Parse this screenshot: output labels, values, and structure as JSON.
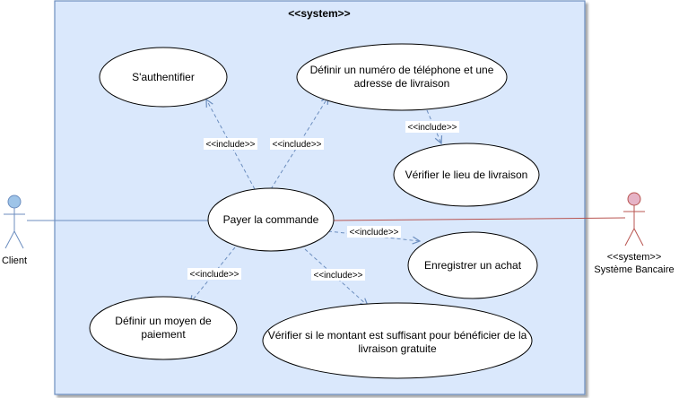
{
  "system": {
    "title": "<<system>>"
  },
  "use_cases": {
    "authenticate": "S'authentifier",
    "define_phone_line1": "Définir un numéro de téléphone et une",
    "define_phone_line2": "adresse de livraison",
    "verify_location": "Vérifier le lieu de livraison",
    "pay_order": "Payer la commande",
    "record_purchase": "Enregistrer un achat",
    "define_payment_line1": "Définir un moyen de",
    "define_payment_line2": "paiement",
    "verify_amount_line1": "Vérifier si le montant est suffisant pour bénéficier de la",
    "verify_amount_line2": "livraison gratuite"
  },
  "relations": {
    "include_label": "<<include>>"
  },
  "actors": {
    "client": {
      "name": "Client"
    },
    "bank": {
      "stereotype": "<<system>>",
      "name": "Système Bancaire"
    }
  },
  "colors": {
    "system_fill": "#dae8fc",
    "system_stroke": "#6c8ebf",
    "client_actor": "#9ec4e8",
    "bank_actor": "#e6b3c6",
    "client_line": "#6c8ebf",
    "bank_line": "#b85450",
    "include_line": "#6c8ebf"
  }
}
